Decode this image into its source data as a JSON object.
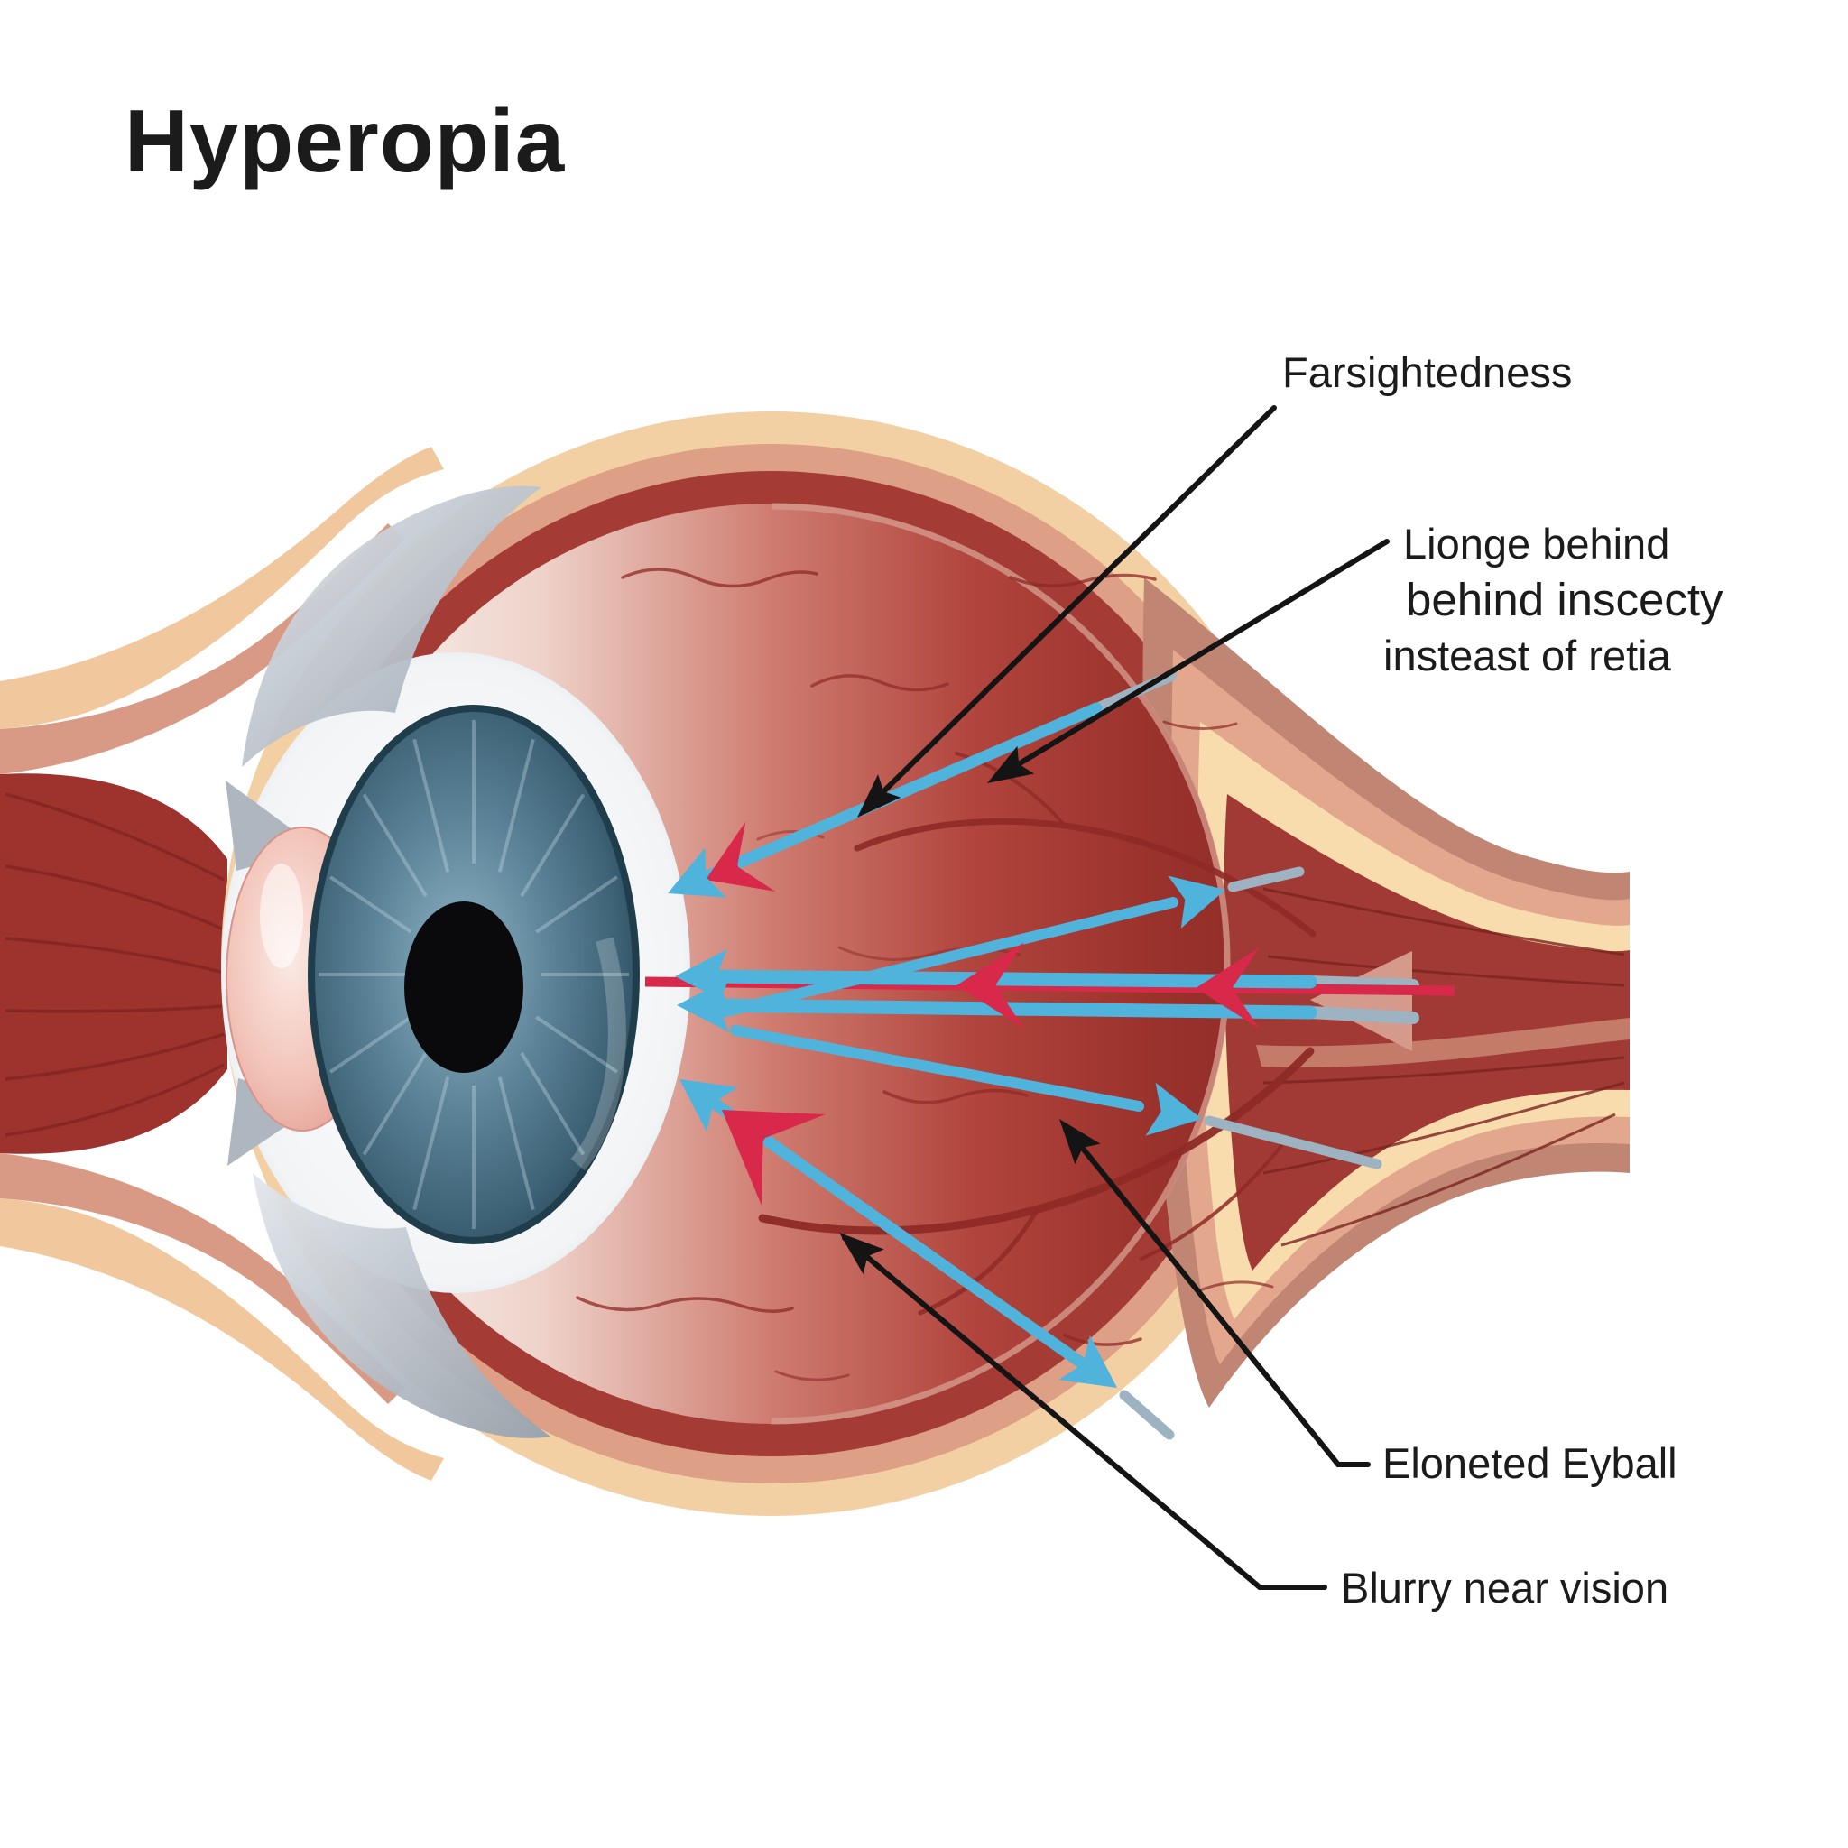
{
  "title": "Hyperopia",
  "labels": {
    "farsightedness": "Farsightedness",
    "focus_point_line1": "Lionge behind",
    "focus_point_line2": "behind inscecty",
    "focus_point_line3": "insteast of retia",
    "elongated_eyeball": "Eloneted Eyball",
    "blurry_near_vision": "Blurry near vision"
  },
  "colors": {
    "ray_blue": "#4fb3dc",
    "ray_blue_faded": "#9db3c1",
    "ray_red": "#d8294a",
    "leader_black": "#141414",
    "text": "#1b1b1b",
    "sclera_outer_peach": "#f3d0a4",
    "choroid_red": "#a43b35",
    "iris_blue": "#41697e"
  }
}
